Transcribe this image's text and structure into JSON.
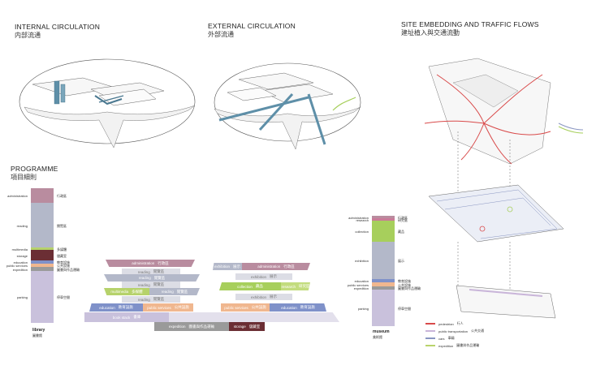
{
  "colors": {
    "administration": "#b98c9f",
    "reading": "#b3b8c9",
    "multimedia": "#b6d26b",
    "storage": "#6b2e34",
    "education": "#7f91c9",
    "public_services": "#f0b78f",
    "expedition": "#9a9a9a",
    "parking": "#c9c1dc",
    "collection": "#a7cf5c",
    "exhibition": "#b3b8c9",
    "research": "#c97b98",
    "pedestrian": "#d94a4a",
    "public_transport": "#c9b5d9",
    "cars": "#8a96c2",
    "expedition_line": "#b9d36b"
  },
  "sections": {
    "internal": {
      "title": "INTERNAL CIRCULATION",
      "subtitle": "内部流通"
    },
    "external": {
      "title": "EXTERNAL CIRCULATION",
      "subtitle": "外部流通"
    },
    "site": {
      "title": "SITE EMBEDDING AND TRAFFIC FLOWS",
      "subtitle": "建址植入與交通流動"
    },
    "programme": {
      "title": "PROGRAMME",
      "subtitle": "項目細則"
    }
  },
  "library_column": {
    "name": "library",
    "name_zh": "圖書館",
    "segments": [
      {
        "key": "administration",
        "en": "administration",
        "zh": "行政區",
        "fraction": 0.11
      },
      {
        "key": "reading",
        "en": "reading",
        "zh": "閱覽區",
        "fraction": 0.33
      },
      {
        "key": "multimedia",
        "en": "multimedia",
        "zh": "多媒體",
        "fraction": 0.02
      },
      {
        "key": "storage",
        "en": "storage",
        "zh": "儲藏室",
        "fraction": 0.08
      },
      {
        "key": "education",
        "en": "education",
        "zh": "教育設施",
        "fraction": 0.025
      },
      {
        "key": "public_services",
        "en": "public services",
        "zh": "公共設施",
        "fraction": 0.025
      },
      {
        "key": "expedition",
        "en": "expedition",
        "zh": "圖書與作品運輸",
        "fraction": 0.03
      },
      {
        "key": "parking",
        "en": "parking",
        "zh": "停車空間",
        "fraction": 0.38
      }
    ]
  },
  "museum_column": {
    "name": "museum",
    "name_zh": "美術館",
    "segments": [
      {
        "key": "administration",
        "en": "administration",
        "zh": "行政區",
        "fraction": 0.02
      },
      {
        "key": "research",
        "en": "research",
        "zh": "研究區",
        "fraction": 0.02
      },
      {
        "key": "collection",
        "en": "collection",
        "zh": "藏品",
        "fraction": 0.19
      },
      {
        "key": "exhibition",
        "en": "exhibition",
        "zh": "展示",
        "fraction": 0.34
      },
      {
        "key": "education",
        "en": "education",
        "zh": "教育設施",
        "fraction": 0.03
      },
      {
        "key": "public_services",
        "en": "public services",
        "zh": "公共設施",
        "fraction": 0.04
      },
      {
        "key": "expedition",
        "en": "expedition",
        "zh": "圖書與作品運輸",
        "fraction": 0.03
      },
      {
        "key": "parking",
        "en": "parking",
        "zh": "停車空間",
        "fraction": 0.33
      }
    ]
  },
  "library_stack": [
    {
      "en": "administration",
      "zh": "行政區"
    },
    {
      "en": "reading",
      "zh": "閱覽區"
    },
    {
      "en": "reading",
      "zh": "閱覽區"
    },
    {
      "en": "reading",
      "zh": "閱覽區"
    },
    {
      "en": "multimedia",
      "zh": "多媒體"
    },
    {
      "en": "reading",
      "zh": "閱覽區"
    },
    {
      "en": "reading",
      "zh": "閱覽區"
    },
    {
      "en": "education",
      "zh": "教育設施"
    },
    {
      "en": "public services",
      "zh": "公共設施"
    },
    {
      "en": "book stack",
      "zh": "書庫"
    }
  ],
  "museum_stack": [
    {
      "en": "exhibition",
      "zh": "展示"
    },
    {
      "en": "administration",
      "zh": "行政區"
    },
    {
      "en": "exhibition",
      "zh": "展示"
    },
    {
      "en": "collection",
      "zh": "藏品"
    },
    {
      "en": "research",
      "zh": "研究區"
    },
    {
      "en": "exhibition",
      "zh": "展示"
    },
    {
      "en": "public services",
      "zh": "公共設施"
    },
    {
      "en": "education",
      "zh": "教育設施"
    }
  ],
  "shared_stack": [
    {
      "en": "expedition",
      "zh": "圖書與作品運輸"
    },
    {
      "en": "storage",
      "zh": "儲藏室"
    }
  ],
  "legend": [
    {
      "key": "pedestrian",
      "en": "pedestrian",
      "zh": "行人"
    },
    {
      "key": "public_transport",
      "en": "public transportation",
      "zh": "公共交通"
    },
    {
      "key": "cars",
      "en": "cars",
      "zh": "車輛"
    },
    {
      "key": "expedition_line",
      "en": "expedition",
      "zh": "圖書與作品運輸"
    }
  ]
}
